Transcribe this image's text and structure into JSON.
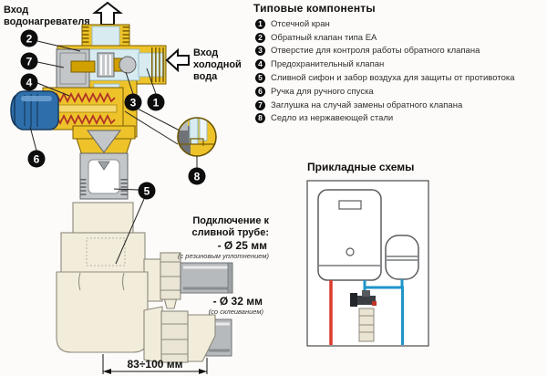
{
  "diagram": {
    "heater_inlet_label": {
      "line1": "Вход",
      "line2": "водонагревателя"
    },
    "cold_water_label": {
      "line1": "Вход",
      "line2": "холодной",
      "line3": "вода"
    },
    "drain_connection": {
      "title_line1": "Подключение к",
      "title_line2": "сливной трубе:",
      "d25_label": "- Ø 25 мм",
      "d25_note": "(с резиновым уплотнением)",
      "d32_label": "- Ø 32 мм",
      "d32_note": "(со склеиванием)"
    },
    "dimension_label": "83÷100 мм",
    "callouts": [
      "1",
      "2",
      "3",
      "4",
      "5",
      "6",
      "7",
      "8"
    ]
  },
  "components": {
    "title": "Типовые компоненты",
    "items": [
      {
        "num": "1",
        "text": "Отсечной кран"
      },
      {
        "num": "2",
        "text": "Обратный клапан типа EA"
      },
      {
        "num": "3",
        "text": "Отверстие для контроля работы обратного клапана"
      },
      {
        "num": "4",
        "text": "Предохранительный клапан"
      },
      {
        "num": "5",
        "text": "Сливной сифон и забор воздуха для защиты от противотока"
      },
      {
        "num": "6",
        "text": "Ручка для ручного спуска"
      },
      {
        "num": "7",
        "text": "Заглушка на случай замены обратного клапана"
      },
      {
        "num": "8",
        "text": "Седло из нержавеющей стали"
      }
    ]
  },
  "schemes": {
    "title": "Прикладные схемы"
  },
  "colors": {
    "brass_yellow": "#eec32a",
    "interior_blue": "#d7ebf1",
    "knob_blue": "#2e6fab",
    "knob_blue_dark": "#173a5e",
    "siphon_beige": "#f2ecdb",
    "metal_grey": "#c4c7c9",
    "hot_pipe_red": "#da3a2c",
    "cold_pipe_blue": "#1f95c8",
    "callout_black": "#0d0d0d"
  }
}
